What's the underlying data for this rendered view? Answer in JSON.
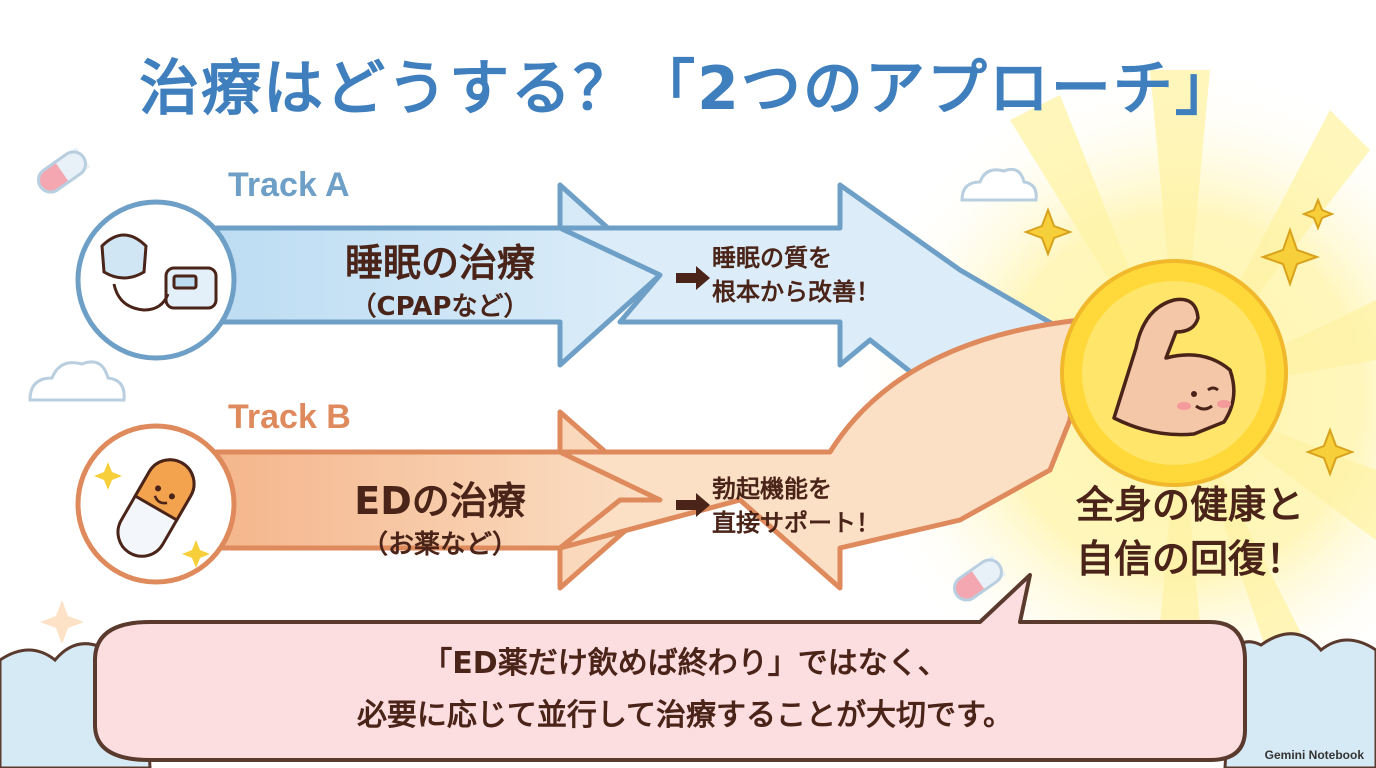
{
  "title": "治療はどうする？「2つのアプローチ」",
  "track_a": {
    "label": "Track A",
    "main": "睡眠の治療",
    "sub": "（CPAPなど）",
    "result_lines": [
      "睡眠の質を",
      "根本から改善！"
    ],
    "color": "#8ec3e6",
    "icon": "cpap-machine-icon"
  },
  "track_b": {
    "label": "Track B",
    "main": "EDの治療",
    "sub": "（お薬など）",
    "result_lines": [
      "勃起機能を",
      "直接サポート！"
    ],
    "color": "#f2a87a",
    "icon": "smiling-capsule-icon"
  },
  "goal": {
    "lines": [
      "全身の健康と",
      "自信の回復！"
    ],
    "icon": "flexing-arm-icon"
  },
  "note": {
    "lines": [
      "「ED薬だけ飲めば終わり」ではなく、",
      "必要に応じて並行して治療することが大切です。"
    ]
  },
  "brand": "Gemini Notebook",
  "colors": {
    "title": "#3f7fbd",
    "text": "#4a2418",
    "sun": "#ffd93a",
    "note_bg": "#fcdde0"
  }
}
